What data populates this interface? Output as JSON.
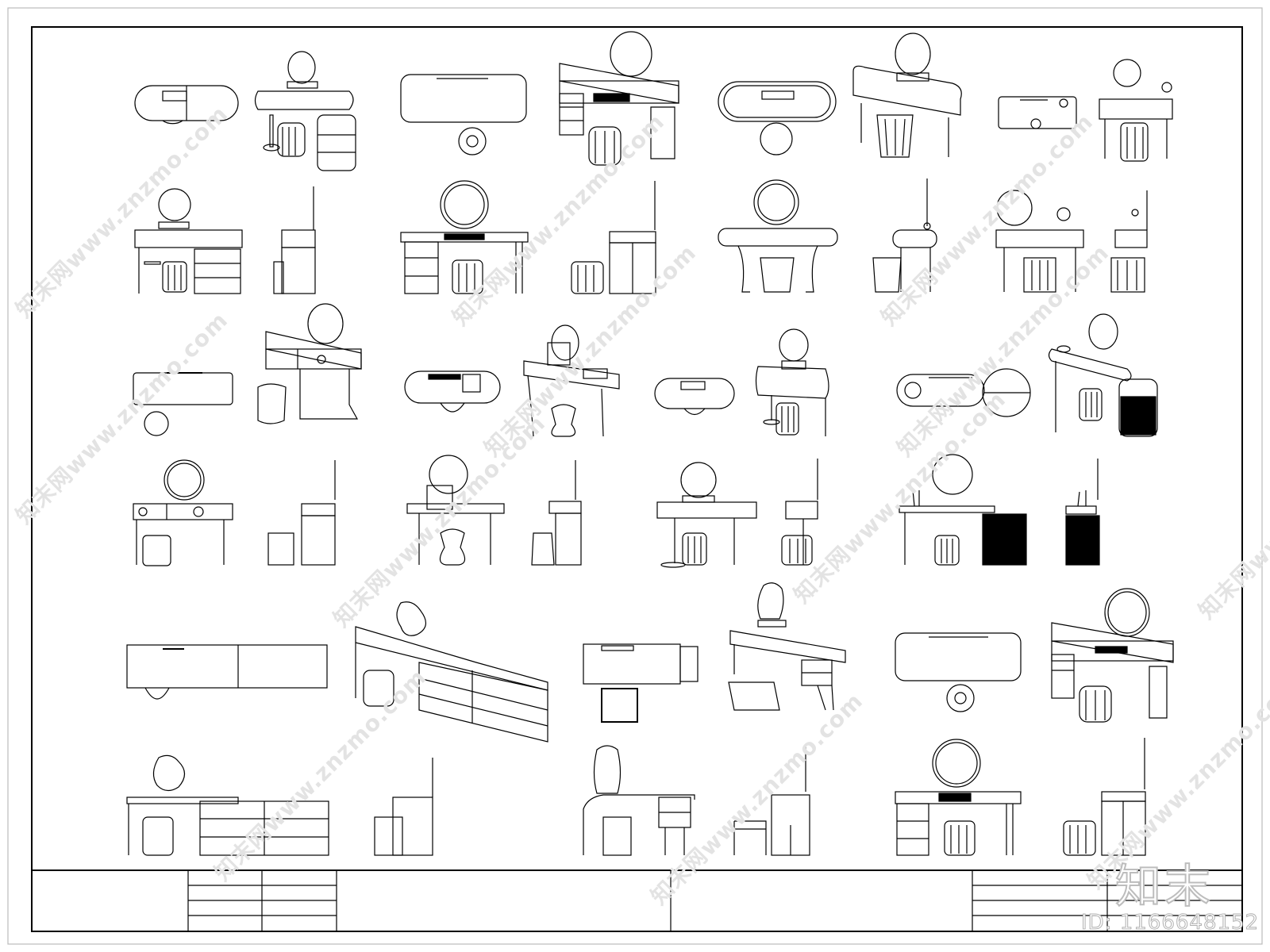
{
  "drawing": {
    "subject": "dressing-table-cad-blocks",
    "line_color": "#000000",
    "background_color": "#ffffff",
    "watermark_color": "#e3e3e3"
  },
  "watermark": {
    "site_text": "知末网www.znzmo.com",
    "logo_text": "知末",
    "id_text": "ID: 1166648152"
  }
}
